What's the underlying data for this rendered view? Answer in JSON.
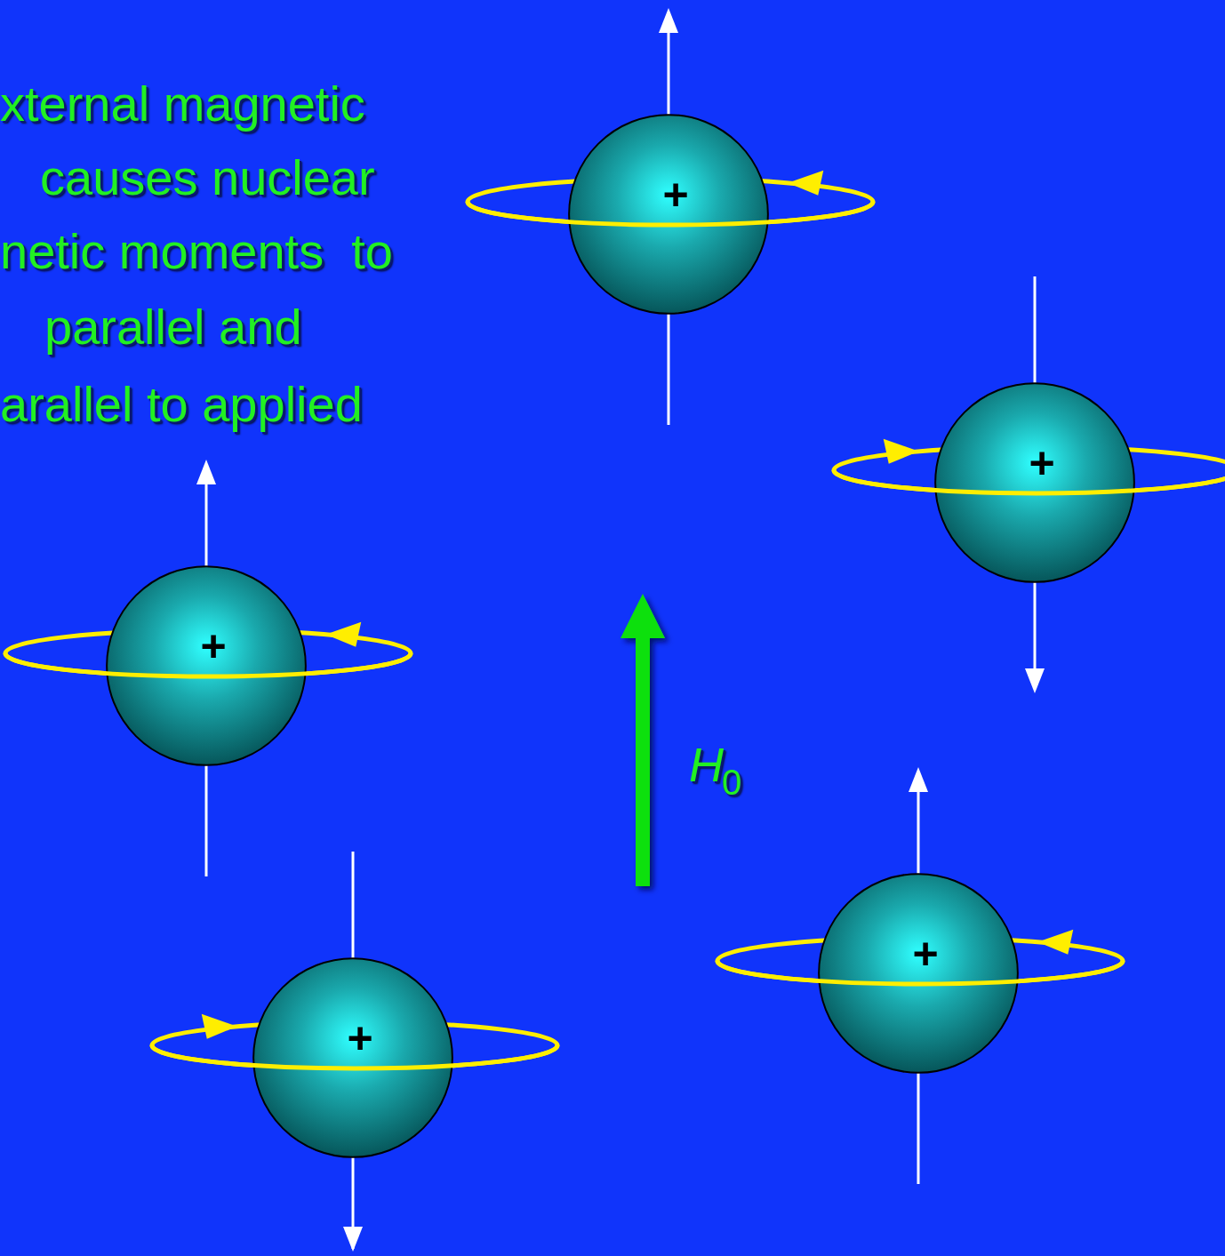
{
  "diagram": {
    "nodes": [
      {
        "text": [
          "+"
        ]
      },
      {
        "text": [
          "+"
        ]
      },
      {
        "text": [
          "+"
        ]
      },
      {
        "text": [
          "+"
        ]
      },
      {
        "text": [
          "+"
        ]
      }
    ],
    "edges": [],
    "labels": [
      "xternal magnetic",
      "causes nuclear",
      "netic moments  to",
      "parallel and",
      "arallel to applied",
      "H",
      "0"
    ]
  }
}
